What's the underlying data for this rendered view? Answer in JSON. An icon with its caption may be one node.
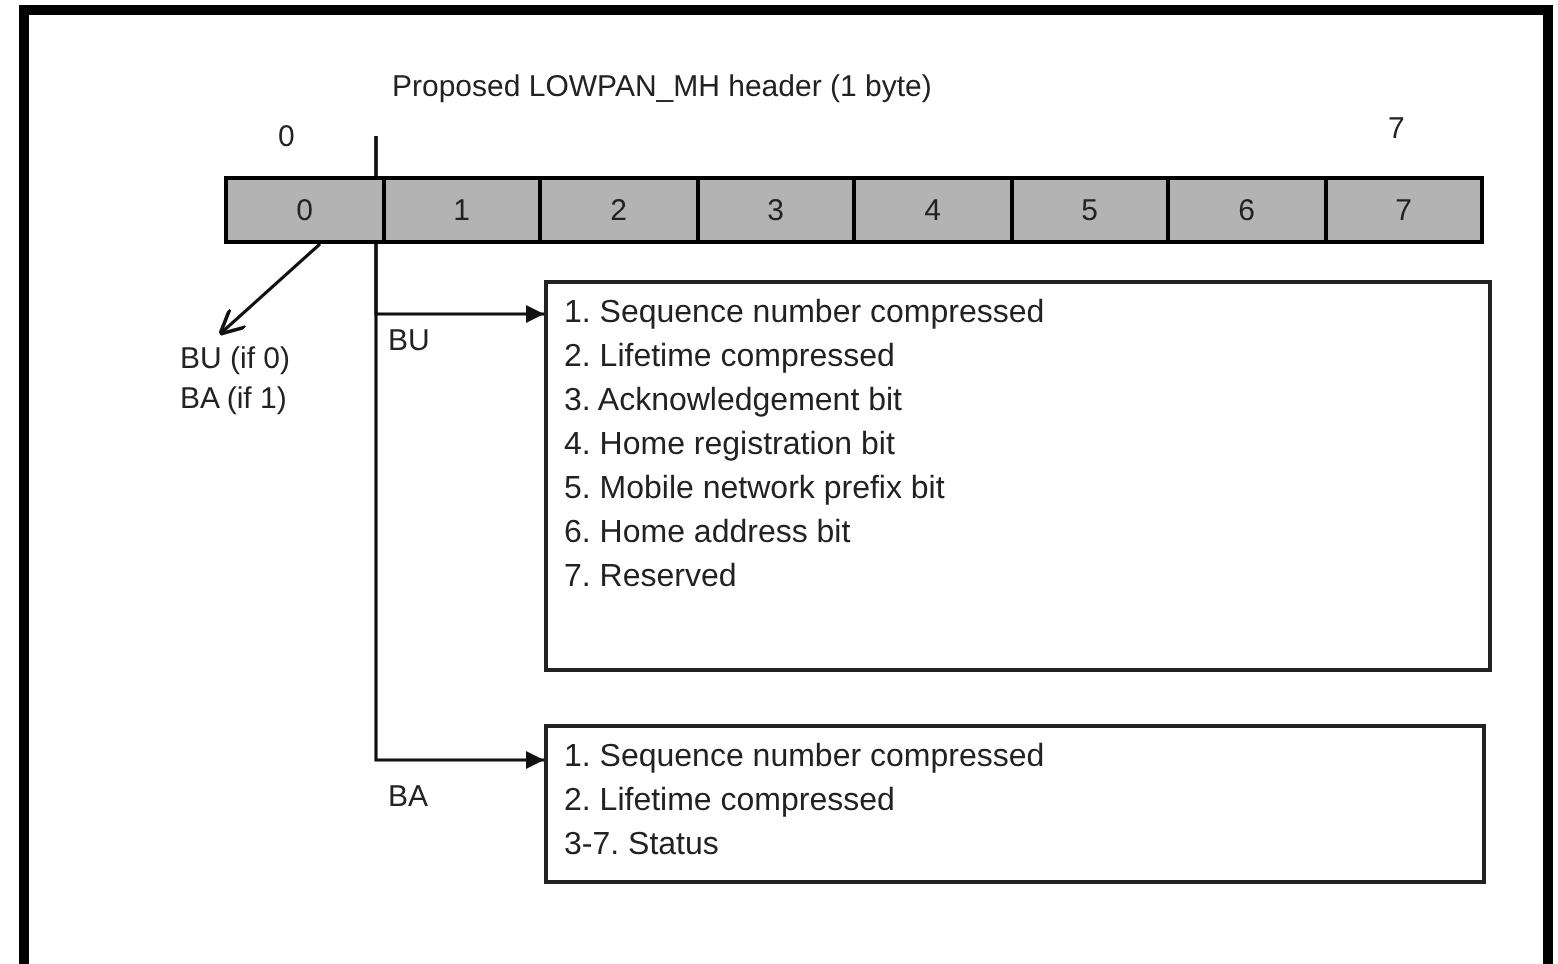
{
  "diagram": {
    "title": "Proposed LOWPAN_MH header (1 byte)",
    "nodes": [
      {
        "text": [
          "0"
        ]
      },
      {
        "text": [
          "1"
        ]
      },
      {
        "text": [
          "2"
        ]
      },
      {
        "text": [
          "3"
        ]
      },
      {
        "text": [
          "4"
        ]
      },
      {
        "text": [
          "5"
        ]
      },
      {
        "text": [
          "6"
        ]
      },
      {
        "text": [
          "7"
        ]
      },
      {
        "text": [
          "BU (if 0)",
          "BA (if 1)"
        ]
      },
      {
        "text": [
          "1. Sequence number compressed",
          "2. Lifetime compressed",
          "3. Acknowledgement bit",
          "4. Home registration bit",
          "5. Mobile network prefix bit",
          "6. Home address bit",
          "7. Reserved"
        ]
      },
      {
        "text": [
          "1. Sequence number compressed",
          "2. Lifetime compressed",
          "3-7. Status"
        ]
      }
    ],
    "edges": [
      {
        "from": 0,
        "to": 8,
        "arrow": "to"
      },
      {
        "from": null,
        "to": 9,
        "arrow": "to",
        "label": "BU"
      },
      {
        "from": null,
        "to": 10,
        "arrow": "to",
        "label": "BA"
      }
    ],
    "labels": [
      "0",
      "7"
    ]
  }
}
